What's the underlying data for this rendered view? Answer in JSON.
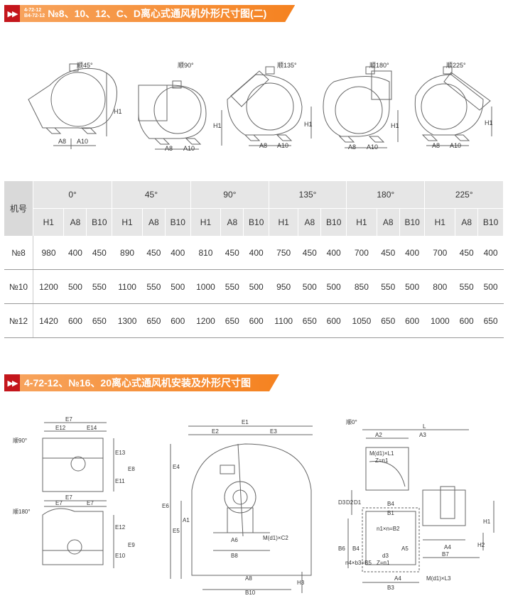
{
  "section1": {
    "code_line1": "4-72-12",
    "code_line2": "B4-72-12",
    "title": "№8、10、12、C、D离心式通风机外形尺寸图(二)"
  },
  "section2": {
    "title": "4-72-12、№16、20离心式通风机安装及外形尺寸图"
  },
  "diagrams_top": [
    {
      "angle": "顺45°",
      "h": "H1",
      "a": "A8",
      "b": "A10"
    },
    {
      "angle": "顺90°",
      "h": "H1",
      "a": "A8",
      "b": "A10"
    },
    {
      "angle": "顺135°",
      "h": "H1",
      "a": "A8",
      "b": "A10"
    },
    {
      "angle": "顺180°",
      "h": "H1",
      "a": "A8",
      "b": "A10"
    },
    {
      "angle": "顺225°",
      "h": "H1",
      "a": "A8",
      "b": "A10"
    }
  ],
  "table": {
    "row_header": "机号",
    "angles": [
      "0°",
      "45°",
      "90°",
      "135°",
      "180°",
      "225°"
    ],
    "subheaders": [
      "H1",
      "A8",
      "B10"
    ],
    "rows": [
      {
        "id": "№8",
        "vals": [
          "980",
          "400",
          "450",
          "890",
          "450",
          "400",
          "810",
          "450",
          "400",
          "750",
          "450",
          "400",
          "700",
          "450",
          "400",
          "700",
          "450",
          "400"
        ]
      },
      {
        "id": "№10",
        "vals": [
          "1200",
          "500",
          "550",
          "1100",
          "550",
          "500",
          "1000",
          "550",
          "500",
          "950",
          "500",
          "500",
          "850",
          "550",
          "500",
          "800",
          "550",
          "500"
        ]
      },
      {
        "id": "№12",
        "vals": [
          "1420",
          "600",
          "650",
          "1300",
          "650",
          "600",
          "1200",
          "650",
          "600",
          "1100",
          "650",
          "600",
          "1050",
          "650",
          "600",
          "1000",
          "600",
          "650"
        ]
      }
    ]
  },
  "bottom_left": {
    "top_label": "顺90°",
    "bottom_label": "顺180°",
    "dims_top": [
      "E7",
      "E12",
      "E14",
      "E13",
      "E8",
      "E11"
    ],
    "dims_bottom": [
      "E7",
      "E7",
      "E7",
      "E12",
      "E9",
      "E10"
    ]
  },
  "bottom_mid": {
    "dims": [
      "E1",
      "E2",
      "E3",
      "E4",
      "E6",
      "E5",
      "A1",
      "A6",
      "M(d1)×C2",
      "B8",
      "A8",
      "B10",
      "H3"
    ]
  },
  "bottom_right": {
    "angle": "顺0°",
    "dims": [
      "L",
      "A2",
      "A3",
      "M(d1)×L1",
      "Z=n1",
      "D3",
      "D2",
      "D1",
      "B4",
      "B1",
      "n1×n=B2",
      "A5",
      "B6",
      "n4×b3=B5",
      "B4",
      "d3",
      "Z=n1",
      "B7",
      "A4",
      "H1",
      "H2",
      "A4",
      "M(d1)×L3",
      "B3"
    ]
  }
}
